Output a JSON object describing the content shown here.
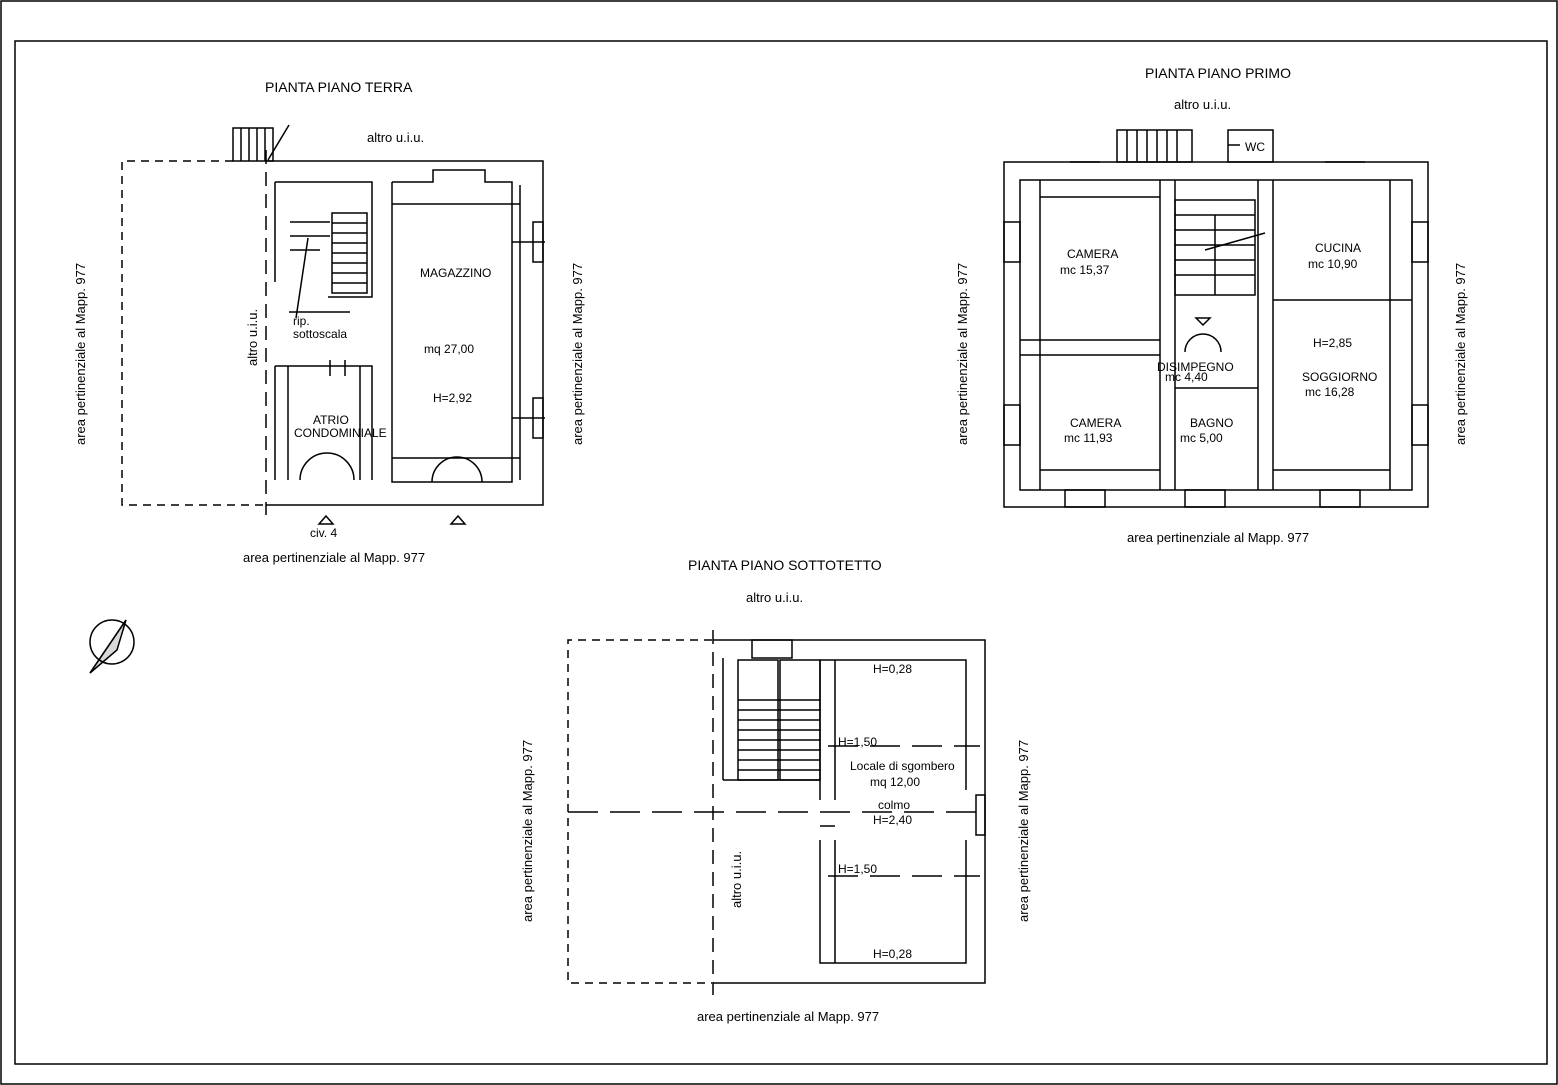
{
  "plans": {
    "ground": {
      "title": "PIANTA PIANO TERRA",
      "neighbor_top": "altro u.i.u.",
      "neighbor_left": "altro u.i.u.",
      "area_left": "area pertinenziale al Mapp. 977",
      "area_right": "area pertinenziale al Mapp. 977",
      "area_bottom": "area pertinenziale al Mapp. 977",
      "rooms": {
        "magazzino": {
          "name": "MAGAZZINO",
          "area": "mq  27,00",
          "height": "H=2,92"
        },
        "atrio": {
          "name1": "ATRIO",
          "name2": "CONDOMINIALE"
        },
        "rip": {
          "line1": "rip.",
          "line2": "sottoscala"
        }
      },
      "civic": "civ. 4"
    },
    "first": {
      "title": "PIANTA PIANO PRIMO",
      "neighbor_top": "altro u.i.u.",
      "wc": "WC",
      "area_left": "area pertinenziale al Mapp. 977",
      "area_right": "area pertinenziale al Mapp. 977",
      "area_bottom": "area pertinenziale al Mapp. 977",
      "rooms": {
        "camera1": {
          "name": "CAMERA",
          "area": "mc  15,37"
        },
        "cucina": {
          "name": "CUCINA",
          "area": "mc  10,90"
        },
        "height": "H=2,85",
        "disimpegno": {
          "name": "DISIMPEGNO",
          "area": "mc  4,40"
        },
        "soggiorno": {
          "name": "SOGGIORNO",
          "area": "mc  16,28"
        },
        "camera2": {
          "name": "CAMERA",
          "area": "mc  11,93"
        },
        "bagno": {
          "name": "BAGNO",
          "area": "mc  5,00"
        }
      }
    },
    "attic": {
      "title": "PIANTA PIANO SOTTOTETTO",
      "neighbor_top": "altro u.i.u.",
      "neighbor_left": "altro u.i.u.",
      "area_left": "area pertinenziale al Mapp. 977",
      "area_right": "area pertinenziale al Mapp. 977",
      "area_bottom": "area pertinenziale al Mapp. 977",
      "h_top": "H=0,28",
      "h_150a": "H=1,50",
      "room_name": "Locale di sgombero",
      "room_area": "mq  12,00",
      "colmo": "colmo",
      "h_colmo": "H=2,40",
      "h_150b": "H=1,50",
      "h_bottom": "H=0,28"
    }
  },
  "north_arrow": "north-arrow-icon"
}
